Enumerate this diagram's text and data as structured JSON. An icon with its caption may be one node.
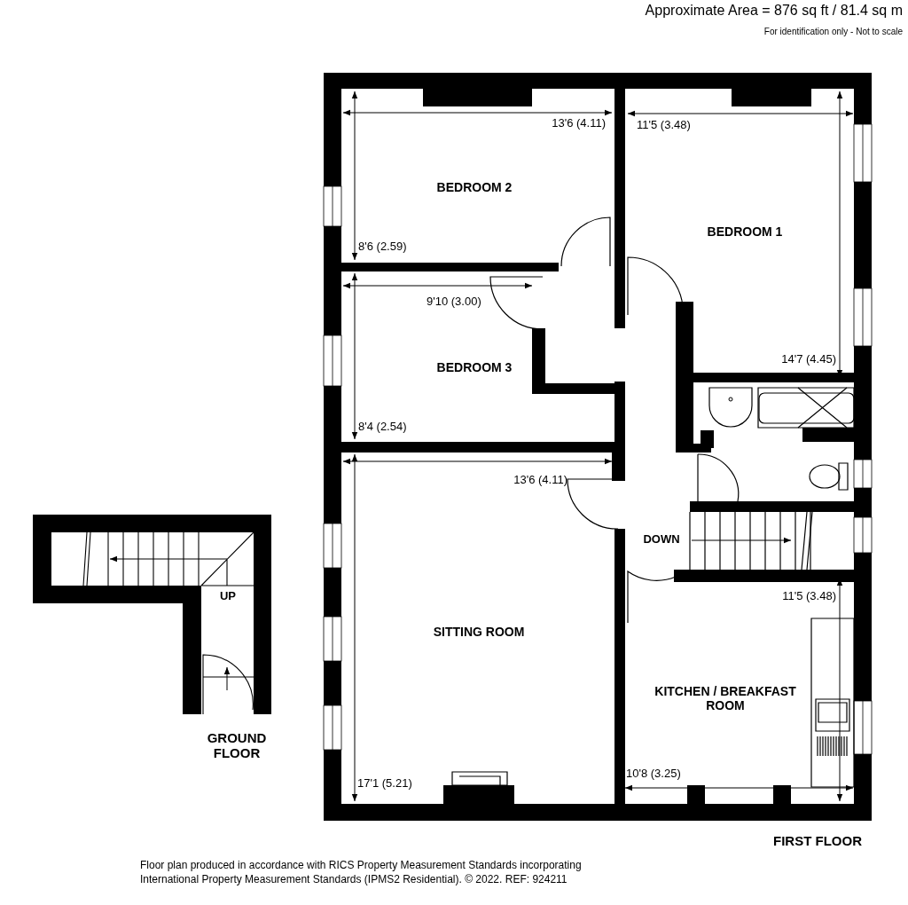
{
  "diagram": {
    "title": "Approximate Area = 876 sq ft / 81.4 sq m",
    "caption": "Floor plan produced in accordance with RICS Property Measurement Standards incorporating International Property Measurement Standards (IPMS2 Residential). © 2022. REF: 924211",
    "nodes": [
      {
        "text": [
          "BEDROOM 2"
        ]
      },
      {
        "text": [
          "BEDROOM 1"
        ]
      },
      {
        "text": [
          "BEDROOM 3"
        ]
      },
      {
        "text": [
          "SITTING ROOM"
        ]
      },
      {
        "text": [
          "KITCHEN / BREAKFAST ROOM"
        ]
      }
    ],
    "labels": [
      "For identification only - Not to scale",
      "13'6 (4.11)",
      "11'5 (3.48)",
      "8'6 (2.59)",
      "9'10 (3.00)",
      "14'7 (4.45)",
      "8'4 (2.54)",
      "13'6 (4.11)",
      "DOWN",
      "UP",
      "11'5 (3.48)",
      "GROUND FLOOR",
      "10'8 (3.25)",
      "17'1 (5.21)",
      "FIRST FLOOR"
    ]
  }
}
